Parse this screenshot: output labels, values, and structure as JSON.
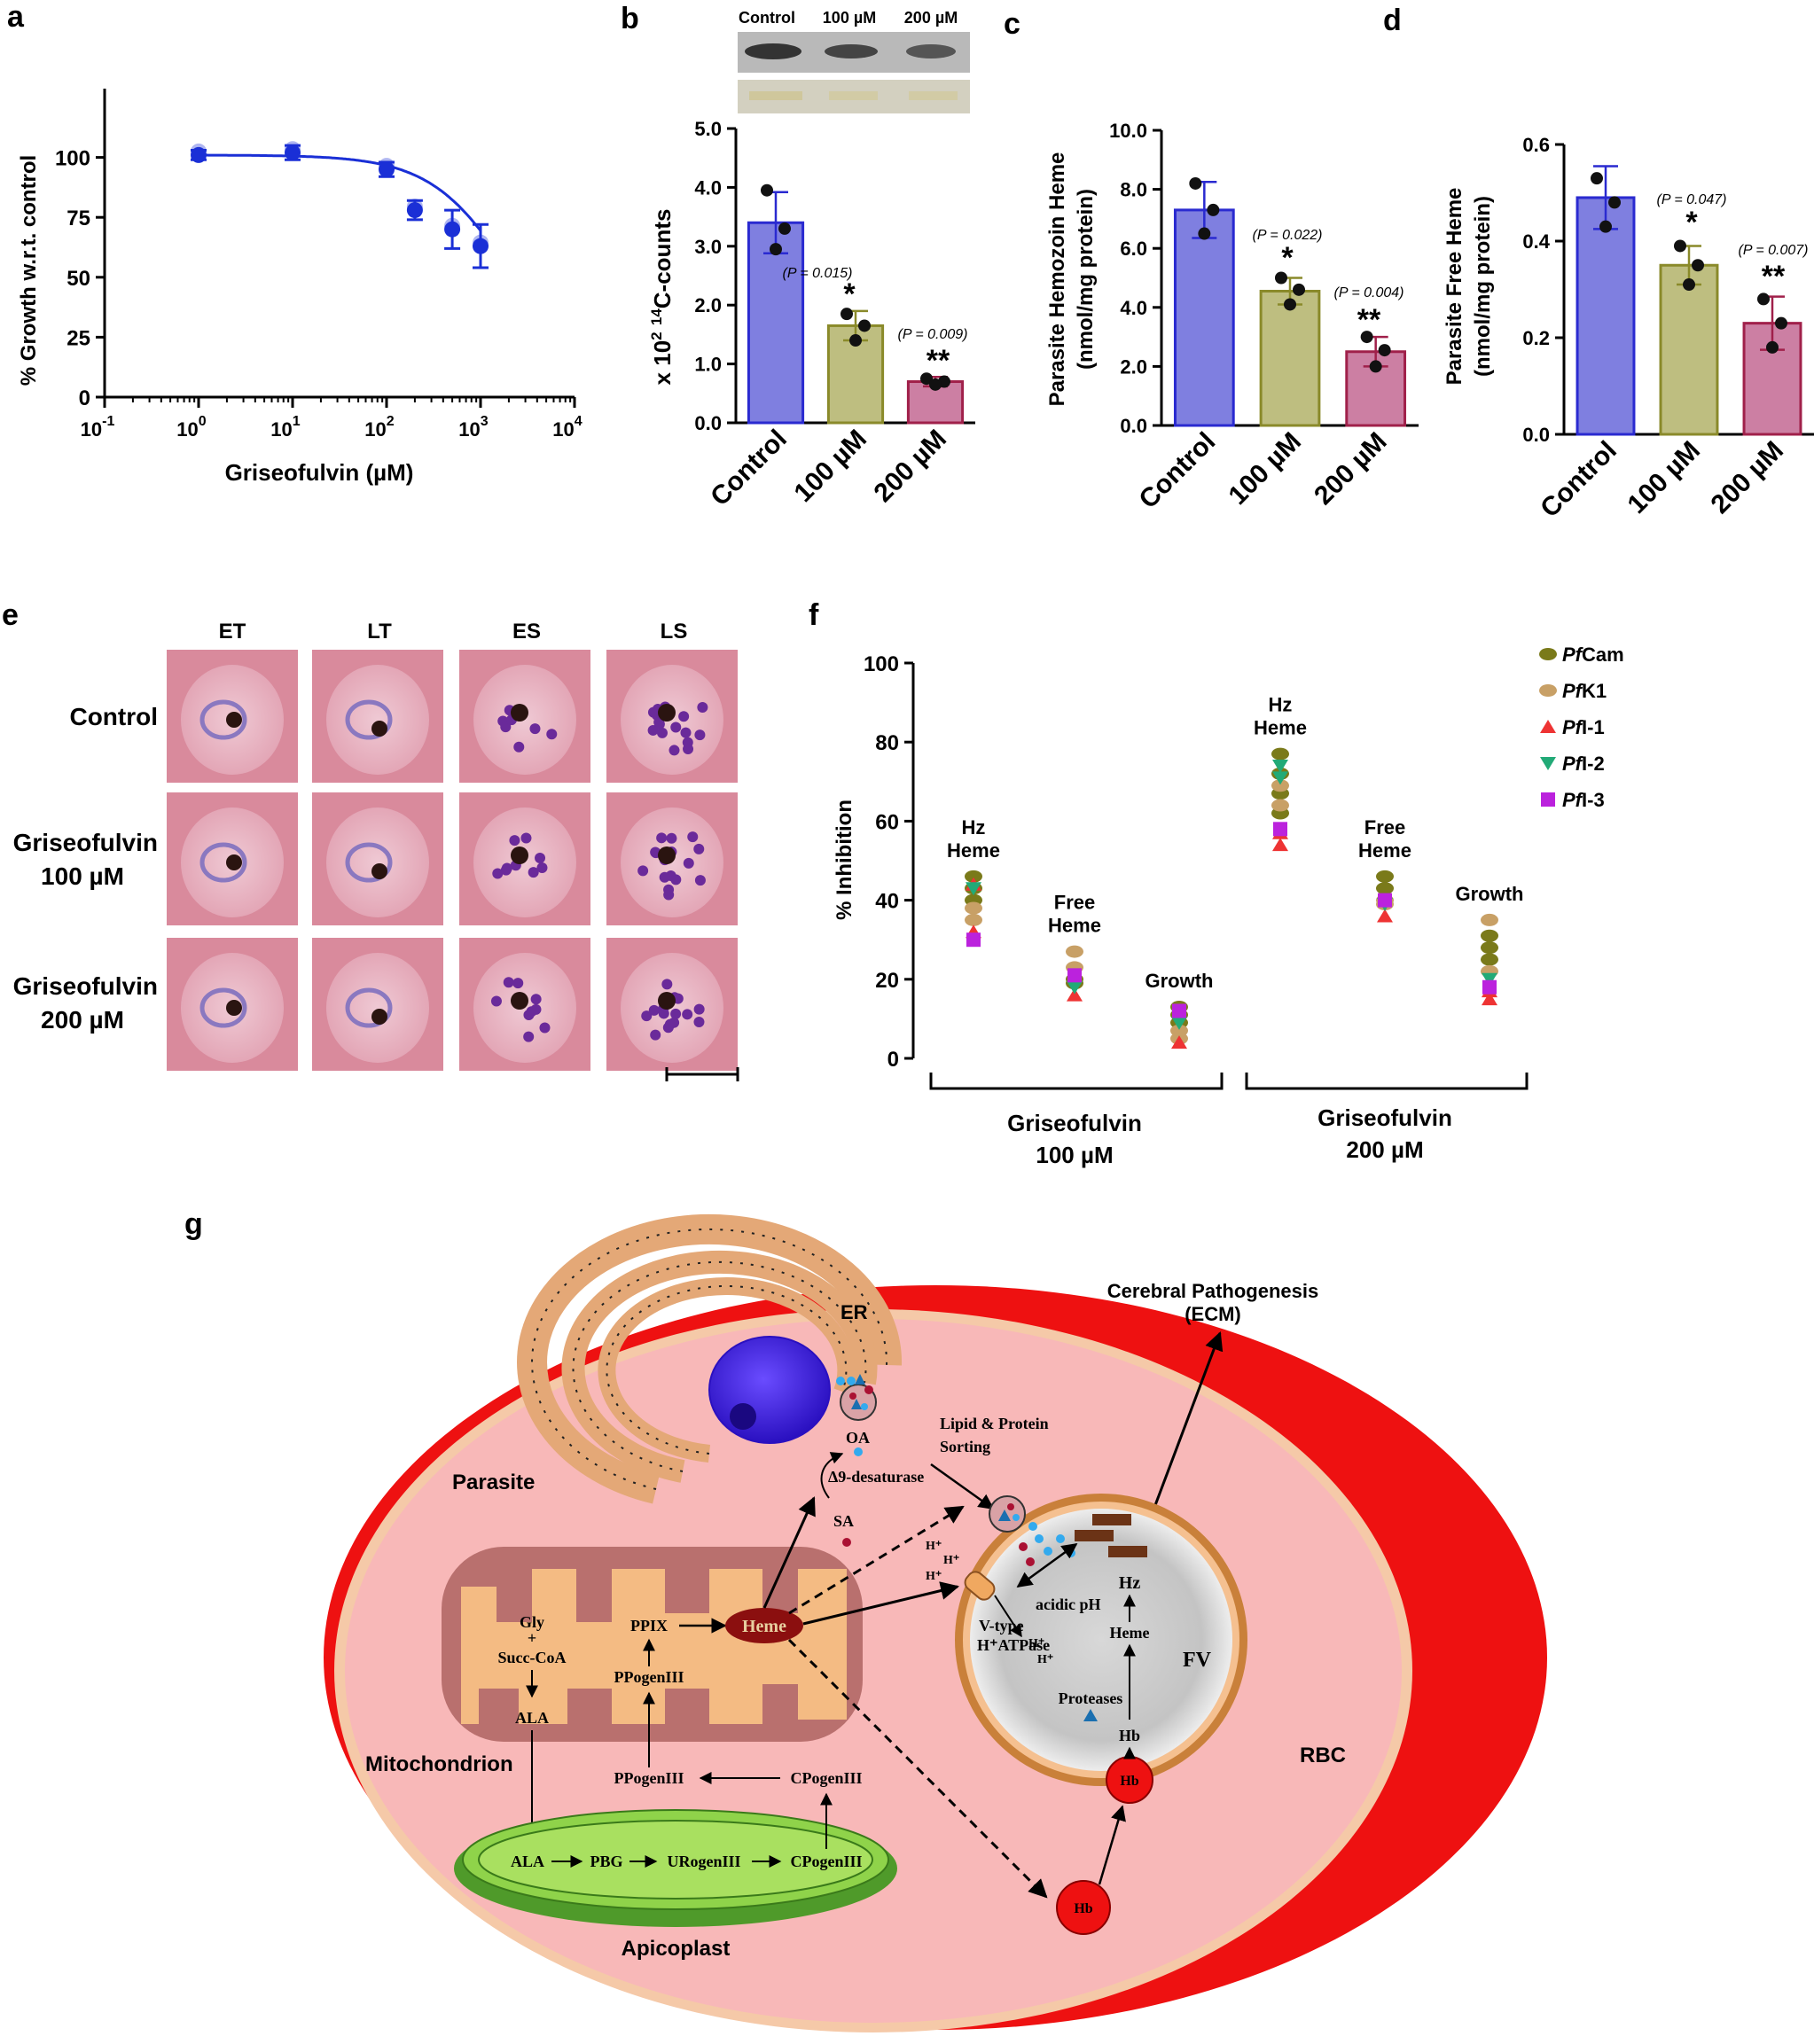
{
  "panels": {
    "a": {
      "letter": "a",
      "ylabel": "% Growth w.r.t. control",
      "xlabel": "Griseofulvin (µM)",
      "yticks": [
        "0",
        "25",
        "50",
        "75",
        "100"
      ],
      "xticks": [
        {
          "base": "10",
          "exp": "-1"
        },
        {
          "base": "10",
          "exp": "0"
        },
        {
          "base": "10",
          "exp": "1"
        },
        {
          "base": "10",
          "exp": "2"
        },
        {
          "base": "10",
          "exp": "3"
        },
        {
          "base": "10",
          "exp": "4"
        }
      ]
    },
    "b": {
      "letter": "b",
      "ylabel_pre": "x 10",
      "ylabel_sup1": "2",
      "ylabel_sup2": "14",
      "ylabel_post": "C-counts",
      "yticks": [
        "0.0",
        "1.0",
        "2.0",
        "3.0",
        "4.0",
        "5.0"
      ],
      "blot_labels": [
        "Control",
        "100 µM",
        "200 µM"
      ],
      "p_values": [
        "(P = 0.015)",
        "(P = 0.009)"
      ],
      "stars": [
        "*",
        "**"
      ]
    },
    "c": {
      "letter": "c",
      "ylabel1": "Parasite Hemozoin Heme",
      "ylabel2": "(nmol/mg protein)",
      "yticks": [
        "0.0",
        "2.0",
        "4.0",
        "6.0",
        "8.0",
        "10.0"
      ],
      "p_values": [
        "(P = 0.022)",
        "(P = 0.004)"
      ],
      "stars": [
        "*",
        "**"
      ]
    },
    "d": {
      "letter": "d",
      "ylabel1": "Parasite Free Heme",
      "ylabel2": "(nmol/mg protein)",
      "yticks": [
        "0.0",
        "0.2",
        "0.4",
        "0.6"
      ],
      "p_values": [
        "(P = 0.047)",
        "(P = 0.007)"
      ],
      "stars": [
        "*",
        "**"
      ]
    },
    "e": {
      "letter": "e",
      "columns": [
        "ET",
        "LT",
        "ES",
        "LS"
      ],
      "rows": [
        {
          "line1": "Control",
          "line2": ""
        },
        {
          "line1": "Griseofulvin",
          "line2": "100 µM"
        },
        {
          "line1": "Griseofulvin",
          "line2": "200 µM"
        }
      ]
    },
    "f": {
      "letter": "f",
      "ylabel": "% Inhibition",
      "yticks": [
        "0",
        "20",
        "40",
        "60",
        "80",
        "100"
      ],
      "group_labels": [
        {
          "line1": "Griseofulvin",
          "line2": "100 µM"
        },
        {
          "line1": "Griseofulvin",
          "line2": "200 µM"
        }
      ],
      "cluster_labels": [
        {
          "line1": "Hz",
          "line2": "Heme"
        },
        {
          "line1": "Free",
          "line2": "Heme"
        },
        {
          "line1": "",
          "line2": "Growth"
        },
        {
          "line1": "Hz",
          "line2": "Heme"
        },
        {
          "line1": "Free",
          "line2": "Heme"
        },
        {
          "line1": "",
          "line2": "Growth"
        }
      ],
      "legend": [
        {
          "italic": "Pf",
          "rest": "Cam",
          "color": "#7a7a1a",
          "shape": "ellipse"
        },
        {
          "italic": "Pf",
          "rest": "K1",
          "color": "#c8a066",
          "shape": "ellipse"
        },
        {
          "italic": "Pf",
          "rest": "I-1",
          "color": "#ee3333",
          "shape": "triangle-up"
        },
        {
          "italic": "Pf",
          "rest": "I-2",
          "color": "#22aa77",
          "shape": "triangle-down"
        },
        {
          "italic": "Pf",
          "rest": "I-3",
          "color": "#bb22dd",
          "shape": "square"
        }
      ]
    },
    "g": {
      "letter": "g",
      "labels": {
        "cerebral1": "Cerebral Pathogenesis",
        "cerebral2": "(ECM)",
        "er": "ER",
        "lipid1": "Lipid  & Protein",
        "lipid2": "Sorting",
        "oa": "OA",
        "desat": "Δ9-desaturase",
        "sa": "SA",
        "parasite": "Parasite",
        "gly": "Gly",
        "plus": "+",
        "succ": "Succ-CoA",
        "ala_mito": "ALA",
        "ppix": "PPIX",
        "ppogen_mito": "PPogenIII",
        "heme": "Heme",
        "mitochondrion": "Mitochondrion",
        "ppogen_out": "PPogenIII",
        "cpogen_out": "CPogenIII",
        "ala_api": "ALA",
        "pbg": "PBG",
        "urogen": "URogenIII",
        "cpogen_api": "CPogenIII",
        "apicoplast": "Apicoplast",
        "hplus": "H⁺",
        "vtype1": "V-type",
        "vtype2": "H⁺ATPase",
        "acidic": "acidic pH",
        "hz": "Hz",
        "fv_heme": "Heme",
        "fv": "FV",
        "proteases": "Proteases",
        "hb_fv": "Hb",
        "hb_ball": "Hb",
        "hb_ball2": "Hb",
        "rbc": "RBC"
      }
    }
  },
  "chart_data": [
    {
      "panel": "a",
      "type": "scatter",
      "xlabel": "Griseofulvin (µM)",
      "ylabel": "% Growth w.r.t. control",
      "xscale": "log",
      "xlim": [
        0.1,
        10000
      ],
      "ylim": [
        0,
        125
      ],
      "x": [
        1,
        10,
        100,
        200,
        500,
        1000
      ],
      "y": [
        101,
        102,
        95,
        78,
        70,
        63
      ],
      "err": [
        2,
        3,
        3,
        4,
        8,
        9
      ],
      "fit": {
        "top": 101,
        "bottom": 0,
        "ic50": 2200,
        "hill": 1.0
      },
      "color": "#1a2fd6"
    },
    {
      "panel": "b",
      "type": "bar",
      "categories": [
        "Control",
        "100 µM",
        "200 µM"
      ],
      "values": [
        3.4,
        1.65,
        0.7
      ],
      "err": [
        0.52,
        0.25,
        0.08
      ],
      "points": [
        [
          3.95,
          3.3,
          2.95
        ],
        [
          1.85,
          1.65,
          1.4
        ],
        [
          0.75,
          0.7,
          0.65
        ]
      ],
      "ylim": [
        0,
        5
      ],
      "colors": [
        "#7f7fe0",
        "#bebe80",
        "#cc7fa3"
      ],
      "edges": [
        "#2a2ad0",
        "#8a8a2a",
        "#a0204a"
      ]
    },
    {
      "panel": "c",
      "type": "bar",
      "categories": [
        "Control",
        "100 µM",
        "200 µM"
      ],
      "values": [
        7.3,
        4.55,
        2.5
      ],
      "err": [
        0.95,
        0.45,
        0.5
      ],
      "points": [
        [
          8.2,
          7.3,
          6.5
        ],
        [
          5.0,
          4.6,
          4.1
        ],
        [
          3.0,
          2.55,
          2.0
        ]
      ],
      "ylim": [
        0,
        10
      ],
      "colors": [
        "#7f7fe0",
        "#bebe80",
        "#cc7fa3"
      ],
      "edges": [
        "#2a2ad0",
        "#8a8a2a",
        "#a0204a"
      ]
    },
    {
      "panel": "d",
      "type": "bar",
      "categories": [
        "Control",
        "100 µM",
        "200 µM"
      ],
      "values": [
        0.49,
        0.35,
        0.23
      ],
      "err": [
        0.065,
        0.04,
        0.055
      ],
      "points": [
        [
          0.53,
          0.48,
          0.43
        ],
        [
          0.39,
          0.35,
          0.31
        ],
        [
          0.28,
          0.23,
          0.18
        ]
      ],
      "ylim": [
        0,
        0.6
      ],
      "colors": [
        "#7f7fe0",
        "#bebe80",
        "#cc7fa3"
      ],
      "edges": [
        "#2a2ad0",
        "#8a8a2a",
        "#a0204a"
      ]
    },
    {
      "panel": "f",
      "type": "scatter",
      "ylabel": "% Inhibition",
      "ylim": [
        0,
        100
      ],
      "clusters": [
        "Hz Heme",
        "Free Heme",
        "Growth",
        "Hz Heme",
        "Free Heme",
        "Growth"
      ],
      "series": [
        {
          "name": "PfCam",
          "values": [
            [
              46,
              43,
              40
            ],
            [
              20,
              19
            ],
            [
              13,
              11,
              9
            ],
            [
              77,
              72,
              67,
              62
            ],
            [
              46,
              43
            ],
            [
              31,
              28,
              25
            ]
          ]
        },
        {
          "name": "PfK1",
          "values": [
            [
              38,
              35
            ],
            [
              27,
              23
            ],
            [
              7,
              5
            ],
            [
              69,
              64
            ],
            [
              40,
              39
            ],
            [
              35,
              22
            ]
          ]
        },
        {
          "name": "PfI-1",
          "values": [
            [
              44,
              32
            ],
            [
              16
            ],
            [
              4
            ],
            [
              54,
              57
            ],
            [
              36
            ],
            [
              15,
              17
            ]
          ]
        },
        {
          "name": "PfI-2",
          "values": [
            [
              43
            ],
            [
              18
            ],
            [
              9
            ],
            [
              74,
              71
            ],
            [
              39
            ],
            [
              20
            ]
          ]
        },
        {
          "name": "PfI-3",
          "values": [
            [
              30
            ],
            [
              21
            ],
            [
              12
            ],
            [
              58
            ],
            [
              40
            ],
            [
              18
            ]
          ]
        }
      ]
    }
  ]
}
